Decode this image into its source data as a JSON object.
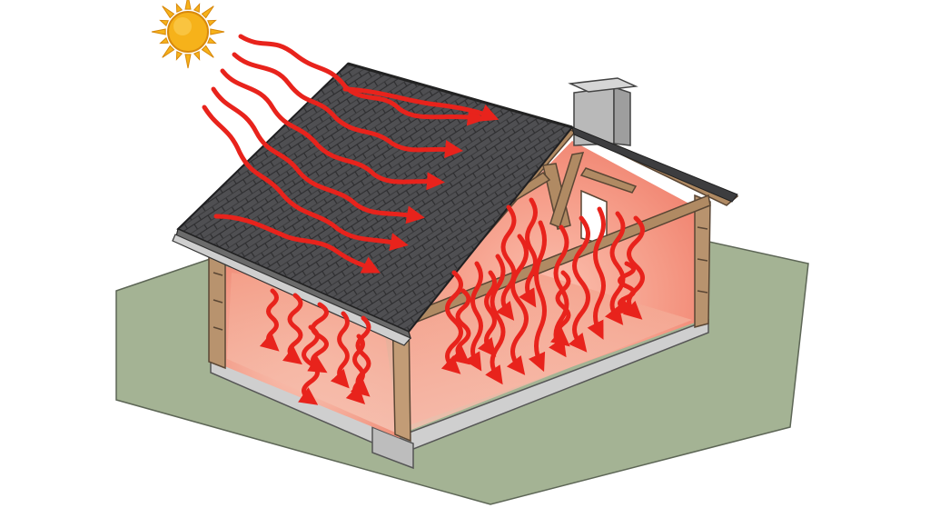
{
  "diagram": {
    "subject": "house-cross-section-solar-heat-gain",
    "colors": {
      "sky": "#ffffff",
      "ground": "#9aa98a",
      "foundation": "#bfbfbf",
      "roof": "#4d4d4f",
      "wood": "#a37c5a",
      "interior_glow": "#f7a894",
      "heat_arrow": "#e8231c",
      "sun": "#f6b21a"
    },
    "icons": [
      "sun-icon",
      "chimney",
      "heat-arrow"
    ]
  }
}
